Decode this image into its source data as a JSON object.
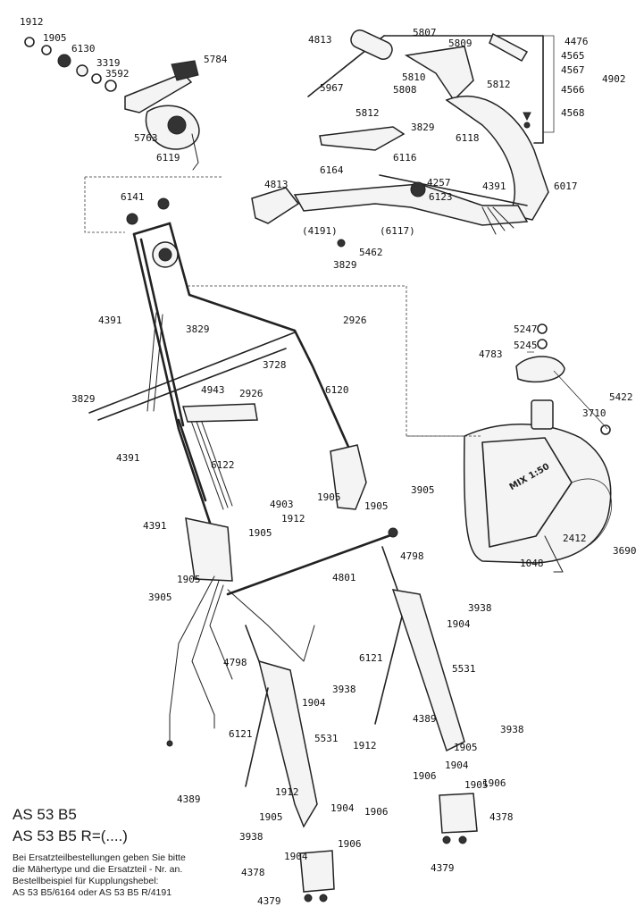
{
  "document": {
    "models": [
      "AS 53 B5",
      "AS 53 B5   R=(....)"
    ],
    "note": "Bei Ersatzteilbestellungen geben Sie bitte\ndie Mähertype und die Ersatzteil - Nr. an.\nBestellbeispiel für Kupplungshebel:\nAS 53 B5/6164  oder AS 53 B5 R/4191",
    "tank_label": "MIX 1:50"
  },
  "part_labels": [
    "1912",
    "1905",
    "6130",
    "3319",
    "3592",
    "5784",
    "5763",
    "6119",
    "4813",
    "5807",
    "5809",
    "5967",
    "5810",
    "5808",
    "5812",
    "4476",
    "4565",
    "4567",
    "4566",
    "4902",
    "4568",
    "5812",
    "3829",
    "6118",
    "6164",
    "6116",
    "4813",
    "4257",
    "6123",
    "4391",
    "6017",
    "(4191)",
    "(6117)",
    "5462",
    "3829",
    "6141",
    "4391",
    "3829",
    "2926",
    "3728",
    "6120",
    "3829",
    "4943",
    "2926",
    "4391",
    "6122",
    "4783",
    "5247",
    "5245",
    "5422",
    "3710",
    "3690",
    "2412",
    "1048",
    "4391",
    "4903",
    "1905",
    "1912",
    "3905",
    "1905",
    "1905",
    "3905",
    "1905",
    "4801",
    "4798",
    "3938",
    "1904",
    "6121",
    "5531",
    "4798",
    "3938",
    "1904",
    "4389",
    "1912",
    "3938",
    "1905",
    "1906",
    "1904",
    "6121",
    "5531",
    "1906",
    "4389",
    "1912",
    "1905",
    "1904",
    "1906",
    "4378",
    "3938",
    "4379",
    "1904",
    "1906",
    "4378",
    "4379",
    "1905"
  ]
}
